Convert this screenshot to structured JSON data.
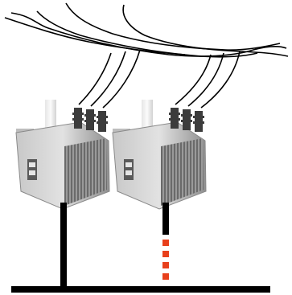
{
  "diagram": {
    "colors": {
      "background": "#ffffff",
      "wire": "#000000",
      "ground_bus": "#000000",
      "ground_lead_solid": "#000000",
      "ground_lead_broken": "#e8401c",
      "tank_light": "#d9d9d9",
      "tank_mid": "#a9a9a9",
      "tank_dark": "#6e6e6e",
      "porcelain": "#3c3c3c",
      "pole": "#f0f0f0"
    },
    "transformers": [
      {
        "name": "transformer-left",
        "ground_connection": "intact"
      },
      {
        "name": "transformer-right",
        "ground_connection": "broken"
      }
    ]
  }
}
